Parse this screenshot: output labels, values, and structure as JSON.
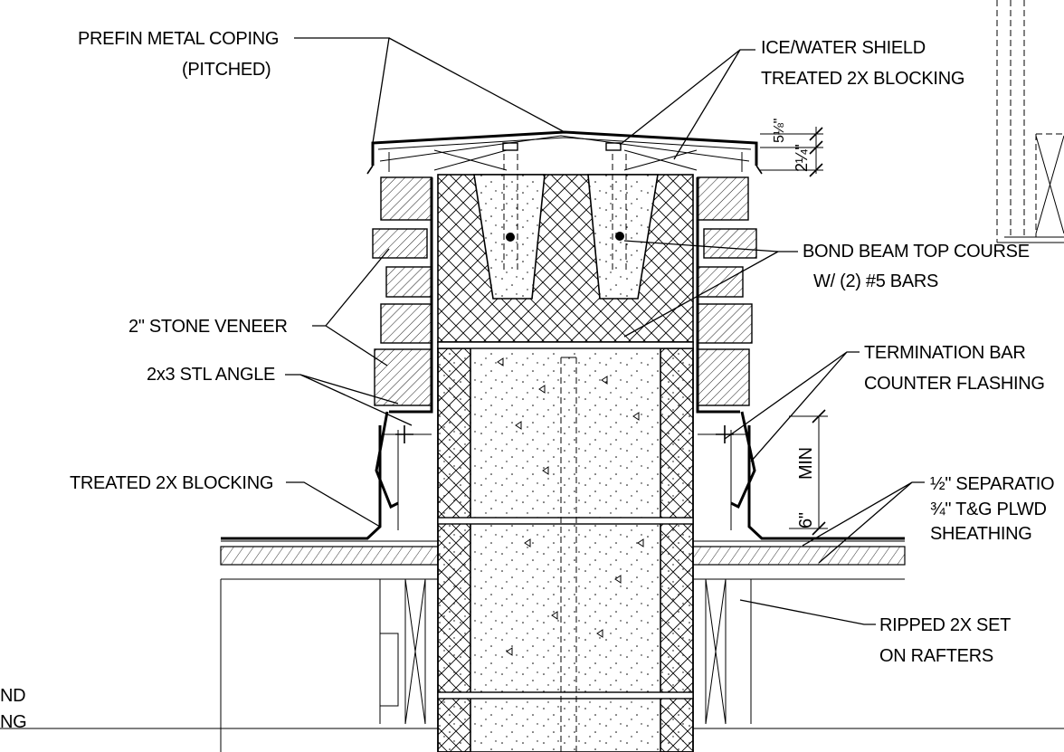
{
  "labels": {
    "coping_1": "PREFIN METAL COPING",
    "coping_2": "(PITCHED)",
    "ice_1": "ICE/WATER SHIELD",
    "ice_2": "TREATED 2X BLOCKING",
    "bond_1": "BOND BEAM TOP COURSE",
    "bond_2": "W/ (2) #5 BARS",
    "stone": "2\" STONE VENEER",
    "angle": "2x3 STL ANGLE",
    "term_1": "TERMINATION  BAR",
    "term_2": "COUNTER FLASHING",
    "blocking": "TREATED 2X BLOCKING",
    "sep_1": "½\" SEPARATIO",
    "sep_2": "¾\" T&G PLWD",
    "sep_3": "SHEATHING",
    "ripped_1": "RIPPED 2X SET",
    "ripped_2": "ON RAFTERS",
    "dim_6": "6\"",
    "dim_min": "MIN",
    "dim_5_8": "5⅛\"",
    "dim_2_1_4": "2¼\"",
    "cut_1": "ND",
    "cut_2": "NG"
  }
}
